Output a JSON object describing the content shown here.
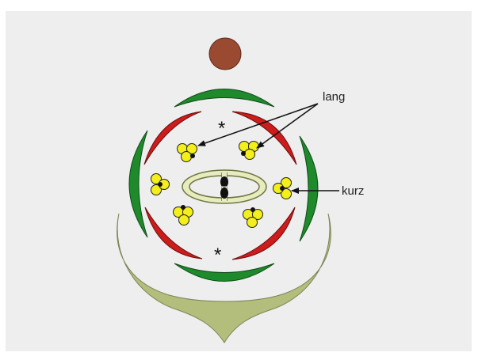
{
  "labels": {
    "long_stamens": "lang",
    "short_stamens": "kurz",
    "median_marker_top": "*",
    "median_marker_bottom": "*"
  },
  "colors": {
    "background": "#eeeeee",
    "axis": "#9b4a32",
    "sepal": "#1f8a2c",
    "petal": "#cc1c1c",
    "anther": "#f4ee1a",
    "ovary": "#e7ebbd",
    "bract": "#b3bd7c",
    "outline": "#222222"
  },
  "diagram": {
    "sepals": 4,
    "petals": 4,
    "stamens_long": 4,
    "stamens_short": 2,
    "carpels": 2
  }
}
